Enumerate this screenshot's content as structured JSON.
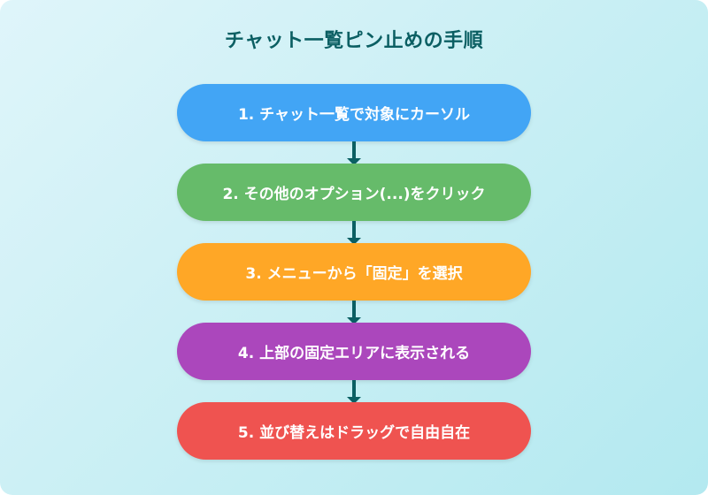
{
  "title": "チャット一覧ピン止めの手順",
  "colors": {
    "title": "#0b5f63",
    "arrow": "#0b5f63",
    "background_start": "#dff5fa",
    "background_end": "#b3e9f0"
  },
  "steps": [
    {
      "label": "1. チャット一覧で対象にカーソル",
      "color": "#42a5f5"
    },
    {
      "label": "2. その他のオプション(...)をクリック",
      "color": "#66bb6a"
    },
    {
      "label": "3. メニューから「固定」を選択",
      "color": "#ffa726"
    },
    {
      "label": "4. 上部の固定エリアに表示される",
      "color": "#ab47bc"
    },
    {
      "label": "5. 並び替えはドラッグで自由自在",
      "color": "#ef5350"
    }
  ],
  "arrows": [
    {
      "from": 1,
      "to": 2,
      "icon": "arrow-down-icon"
    },
    {
      "from": 2,
      "to": 3,
      "icon": "arrow-down-icon"
    },
    {
      "from": 3,
      "to": 4,
      "icon": "arrow-down-icon"
    },
    {
      "from": 4,
      "to": 5,
      "icon": "arrow-down-icon"
    }
  ]
}
